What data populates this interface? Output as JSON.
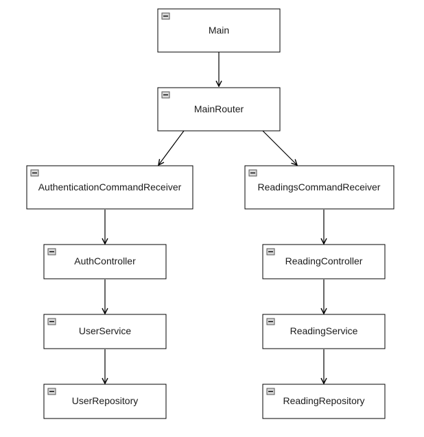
{
  "diagram": {
    "nodes": {
      "main": "Main",
      "main_router": "MainRouter",
      "auth_receiver": "AuthenticationCommandReceiver",
      "readings_receiver": "ReadingsCommandReceiver",
      "auth_controller": "AuthController",
      "reading_controller": "ReadingController",
      "user_service": "UserService",
      "reading_service": "ReadingService",
      "user_repository": "UserRepository",
      "reading_repository": "ReadingRepository"
    },
    "edges": [
      {
        "from": "main",
        "to": "main_router"
      },
      {
        "from": "main_router",
        "to": "auth_receiver"
      },
      {
        "from": "main_router",
        "to": "readings_receiver"
      },
      {
        "from": "auth_receiver",
        "to": "auth_controller"
      },
      {
        "from": "auth_controller",
        "to": "user_service"
      },
      {
        "from": "user_service",
        "to": "user_repository"
      },
      {
        "from": "readings_receiver",
        "to": "reading_controller"
      },
      {
        "from": "reading_controller",
        "to": "reading_service"
      },
      {
        "from": "reading_service",
        "to": "reading_repository"
      }
    ]
  }
}
